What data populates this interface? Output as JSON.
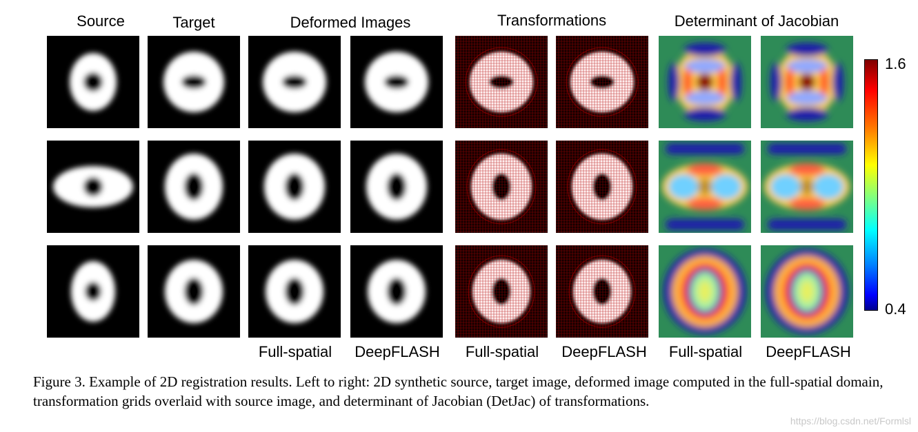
{
  "headers": {
    "source": "Source",
    "target": "Target",
    "deformed": "Deformed Images",
    "transformations": "Transformations",
    "detjac": "Determinant of Jacobian"
  },
  "footers": [
    "Full-spatial",
    "DeepFLASH",
    "Full-spatial",
    "DeepFLASH",
    "Full-spatial",
    "DeepFLASH"
  ],
  "colorbar": {
    "max": "1.6",
    "min": "0.4",
    "colormap": "jet"
  },
  "caption": "Figure 3. Example of 2D registration results. Left to right: 2D synthetic source, target image, deformed image computed in the full-spatial domain, transformation grids overlaid with source image, and determinant of Jacobian (DetJac) of transformations.",
  "watermark": "https://blog.csdn.net/Formlsl",
  "colors": {
    "grid_red": "#b00000",
    "detjac_background": "#2e8b57"
  }
}
